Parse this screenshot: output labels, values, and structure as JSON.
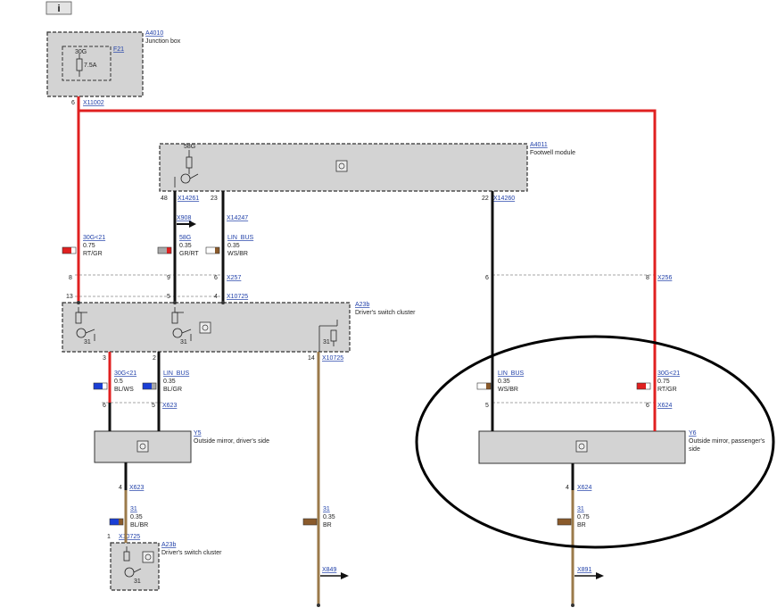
{
  "header": {
    "info_icon_label": "i"
  },
  "components": {
    "junction_box": {
      "ref": "A4010",
      "name": "Junction box",
      "fuse_ref": "F21",
      "fuse_terminal": "30G",
      "fuse_rating": "7.5A",
      "connector": "X11002",
      "pin": "6"
    },
    "footwell_module": {
      "ref": "A4011",
      "name": "Footwell module",
      "terminal_label": "58G",
      "connector_left": "X14261",
      "connector_mid": "X14247",
      "connector_right": "X14260",
      "pin_48": "48",
      "pin_23": "23",
      "pin_22": "22"
    },
    "drivers_switch_cluster": {
      "ref": "A23b",
      "name": "Driver's switch cluster",
      "connector_top": "X10725",
      "connector_bottom": "X10725",
      "pin_13": "13",
      "pin_5": "5",
      "pin_4": "4",
      "pin_3": "3",
      "pin_2": "2",
      "pin_14": "14",
      "gnd_31_a": "31",
      "gnd_31_b": "31",
      "gnd_31_c": "31"
    },
    "mirror_driver": {
      "ref": "Y5",
      "name": "Outside mirror, driver's side",
      "connector_top": "X623",
      "connector_bottom": "X623",
      "pin_6": "6",
      "pin_5": "5",
      "pin_4": "4"
    },
    "mirror_passenger": {
      "ref": "Y6",
      "name_line1": "Outside mirror, passenger's",
      "name_line2": "side",
      "connector_top": "X624",
      "connector_bottom": "X624",
      "pin_5": "5",
      "pin_6": "6",
      "pin_4": "4"
    },
    "switch_cluster_small": {
      "ref": "A23b",
      "name": "Driver's switch cluster",
      "connector": "X10725",
      "pin": "1",
      "gnd_31": "31"
    }
  },
  "connectors": {
    "x908": "X908",
    "x257": "X257",
    "x257_pin_8": "8",
    "x257_pin_9": "9",
    "x257_pin_6": "6",
    "x256": "X256",
    "x256_pin_6": "6",
    "x256_pin_8": "8",
    "x849": "X849",
    "x891": "X891"
  },
  "wires": [
    {
      "signal": "30G<21",
      "size": "0.75",
      "color": "RT/GR",
      "swatch": [
        "#e02020",
        "#e02020",
        "#ffffff"
      ]
    },
    {
      "signal": "58G",
      "size": "0.35",
      "color": "GR/RT",
      "swatch": [
        "#a8a8a8",
        "#a8a8a8",
        "#e02020"
      ]
    },
    {
      "signal": "LIN_BUS",
      "size": "0.35",
      "color": "WS/BR",
      "swatch": [
        "#ffffff",
        "#ffffff",
        "#8a5a2b"
      ]
    },
    {
      "signal": "30G<21",
      "size": "0.5",
      "color": "BL/WS",
      "swatch": [
        "#1a3fd6",
        "#1a3fd6",
        "#ffffff"
      ]
    },
    {
      "signal": "LIN_BUS",
      "size": "0.35",
      "color": "BL/GR",
      "swatch": [
        "#1a3fd6",
        "#1a3fd6",
        "#a8a8a8"
      ]
    },
    {
      "signal": "31",
      "size": "0.35",
      "color": "BL/BR",
      "swatch": [
        "#1a3fd6",
        "#1a3fd6",
        "#8a5a2b"
      ]
    },
    {
      "signal": "31",
      "size": "0.35",
      "color": "BR",
      "swatch": [
        "#8a5a2b",
        "#8a5a2b",
        "#8a5a2b"
      ]
    },
    {
      "signal": "LIN_BUS",
      "size": "0.35",
      "color": "WS/BR",
      "swatch": [
        "#ffffff",
        "#ffffff",
        "#8a5a2b"
      ]
    },
    {
      "signal": "30G<21",
      "size": "0.75",
      "color": "RT/GR",
      "swatch": [
        "#e02020",
        "#e02020",
        "#ffffff"
      ]
    },
    {
      "signal": "31",
      "size": "0.75",
      "color": "BR",
      "swatch": [
        "#8a5a2b",
        "#8a5a2b",
        "#8a5a2b"
      ]
    }
  ]
}
